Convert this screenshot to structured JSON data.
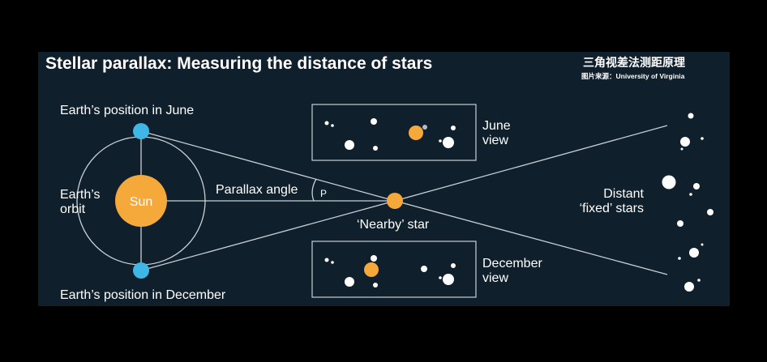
{
  "title": "Stellar parallax: Measuring the distance of stars",
  "cn_title": "三角视差法测距原理",
  "cn_source": "图片来源：University of Virginia",
  "labels": {
    "june_position": "Earth’s position in June",
    "december_position": "Earth’s position in December",
    "orbit_line1": "Earth’s",
    "orbit_line2": "orbit",
    "sun": "Sun",
    "parallax_angle": "Parallax angle",
    "angle_symbol": "P",
    "nearby_star": "‘Nearby’ star",
    "june_view_line1": "June",
    "june_view_line2": "view",
    "december_view_line1": "December",
    "december_view_line2": "view",
    "distant_line1": "Distant",
    "distant_line2": "‘fixed’ stars"
  },
  "colors": {
    "panel": "#0f1f2b",
    "earth": "#3fb6e6",
    "sun": "#f4a93a",
    "lines": "#c8d0d6",
    "star": "#ffffff"
  }
}
